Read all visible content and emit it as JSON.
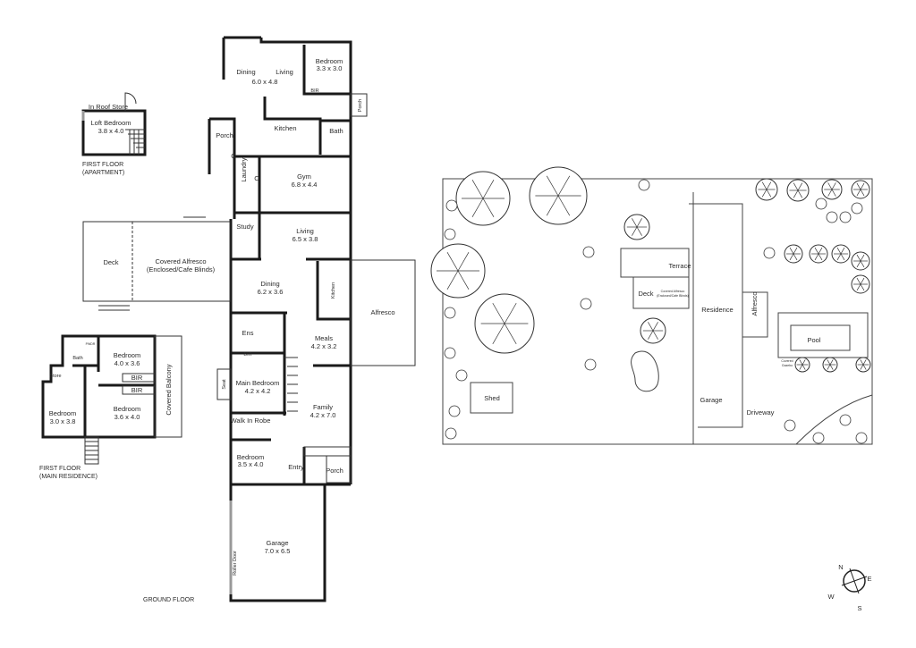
{
  "apartment": {
    "in_roof_store": "In Roof Store",
    "loft_bedroom": "Loft Bedroom",
    "loft_bedroom_size": "3.8 x 4.0",
    "caption_line1": "FIRST FLOOR",
    "caption_line2": "(APARTMENT)"
  },
  "ground_floor": {
    "caption": "GROUND FLOOR",
    "dining_top": "Dining",
    "living_top": "Living",
    "dining_living_size": "6.0 x 4.8",
    "bedroom_top": "Bedroom",
    "bedroom_top_size": "3.3 x 3.0",
    "bir_top": "BIR",
    "porch_right": "Porch",
    "kitchen_top": "Kitchen",
    "bath": "Bath",
    "porch_left": "Porch",
    "laundry": "Laundry",
    "c1": "C",
    "c2": "C",
    "gym": "Gym",
    "gym_size": "6.8 x 4.4",
    "study": "Study",
    "living": "Living",
    "living_size": "6.5 x 3.8",
    "deck": "Deck",
    "covered_alfresco": "Covered Alfresco",
    "covered_alfresco_note": "(Enclosed/Cafe Blinds)",
    "dining": "Dining",
    "dining_size": "6.2 x 3.6",
    "kitchen": "Kitchen",
    "alfresco": "Alfresco",
    "ens": "Ens",
    "bir_ens": "BIR",
    "meals": "Meals",
    "meals_size": "4.2 x 3.2",
    "seat": "Seat",
    "main_bedroom": "Main Bedroom",
    "main_bedroom_size": "4.2 x 4.2",
    "family": "Family",
    "family_size": "4.2 x 7.0",
    "walk_in_robe": "Walk In Robe",
    "bedroom": "Bedroom",
    "bedroom_size": "3.5 x 4.0",
    "entry": "Entry",
    "porch": "Porch",
    "garage": "Garage",
    "garage_size": "7.0 x 6.5",
    "roller_door": "Roller Door"
  },
  "first_floor_main": {
    "bath": "Bath",
    "pwdr": "PWDR",
    "store": "Store",
    "bedroom1": "Bedroom",
    "bedroom1_size": "4.0 x 3.6",
    "bir1": "BIR",
    "bir2": "BIR",
    "bedroom2": "Bedroom",
    "bedroom2_size": "3.6 x 4.0",
    "bedroom3": "Bedroom",
    "bedroom3_size": "3.0 x 3.8",
    "covered_balcony": "Covered Balcony",
    "caption_line1": "FIRST FLOOR",
    "caption_line2": "(MAIN RESIDENCE)"
  },
  "site_plan": {
    "shed": "Shed",
    "terrace": "Terrace",
    "deck": "Deck",
    "covered_alfresco": "Covered Alfresco",
    "covered_alfresco_note": "(Enclosed/Cafe Blinds)",
    "residence": "Residence",
    "alfresco": "Alfresco",
    "pool": "Pool",
    "covered_gazebo": "Covered",
    "covered_gazebo2": "Gazebo",
    "garage": "Garage",
    "driveway": "Driveway"
  },
  "compass": {
    "n": "N",
    "e": "E",
    "s": "S",
    "w": "W"
  }
}
